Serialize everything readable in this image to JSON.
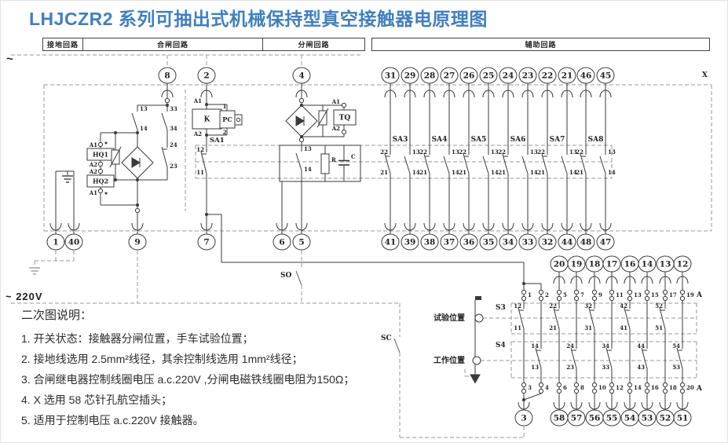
{
  "title": "LHJCZR2 系列可抽出式机械保持型真空接触器电原理图",
  "headers": [
    "接地回路",
    "合闸回路",
    "分闸回路",
    "辅助回路"
  ],
  "supply": {
    "top_tilde": "~",
    "bottom": "~ 220V",
    "x": "X",
    "a_top": "A",
    "a_bottom": "A"
  },
  "terminals": {
    "closing_top": [
      "8",
      "2",
      "4"
    ],
    "left_bottom": [
      "1",
      "40",
      "9",
      "7",
      "6",
      "5"
    ],
    "aux_top": [
      "31",
      "29",
      "28",
      "27",
      "26",
      "25",
      "24",
      "23",
      "22",
      "21",
      "46",
      "45"
    ],
    "aux_bottom": [
      "41",
      "39",
      "38",
      "37",
      "36",
      "35",
      "34",
      "33",
      "32",
      "44",
      "48",
      "47"
    ],
    "right_top": [
      "20",
      "19",
      "18",
      "17",
      "16",
      "14",
      "13",
      "12"
    ],
    "right_bottom": [
      "58",
      "57",
      "56",
      "55",
      "54",
      "53",
      "52",
      "51"
    ],
    "right_single": "3"
  },
  "components": {
    "k": "K",
    "pc": "PC",
    "tq": "TQ",
    "hq1": "HQ1",
    "hq2": "HQ2",
    "r": "R",
    "c": "C",
    "sa1": "SA1",
    "k_a1": "A1",
    "k_a2": "A2",
    "pc_1": "1",
    "pc_2": "2",
    "tq_a1": "A1",
    "tq_a2": "A2",
    "hq1_a1": "A1",
    "hq1_a2": "A2",
    "hq2_a2": "A2",
    "hq2_a1": "A1"
  },
  "contacts": {
    "closing_no": [
      "13",
      "14"
    ],
    "closing_aux1": [
      "33",
      "34"
    ],
    "closing_aux2": [
      "24",
      "23"
    ],
    "sa1": [
      "12",
      "11"
    ],
    "opening": [
      "13",
      "14"
    ],
    "sa_groups": [
      {
        "name": "SA3",
        "nc": [
          "22",
          "21"
        ],
        "no": [
          "13",
          "14"
        ]
      },
      {
        "name": "SA4",
        "nc": [
          "22",
          "21"
        ],
        "no": [
          "13",
          "14"
        ]
      },
      {
        "name": "SA5",
        "nc": [
          "22",
          "21"
        ],
        "no": [
          "13",
          "14"
        ]
      },
      {
        "name": "SA6",
        "nc": [
          "22",
          "21"
        ],
        "no": [
          "13",
          "14"
        ]
      },
      {
        "name": "SA7",
        "nc": [
          "22",
          "21"
        ],
        "no": [
          "13",
          "14"
        ]
      },
      {
        "name": "SA8",
        "nc": [
          "22",
          "21"
        ],
        "no": [
          "13",
          "14"
        ]
      }
    ]
  },
  "right_block": {
    "s3": "S3",
    "s4": "S4",
    "top_pins": [
      "1",
      "2",
      "5",
      "7",
      "9",
      "11",
      "13",
      "15",
      "17",
      "19"
    ],
    "bottom_pins": [
      "3",
      "4",
      "6",
      "8",
      "10",
      "12",
      "14",
      "16",
      "18",
      "20"
    ],
    "s3_contacts": [
      [
        "12",
        "11"
      ],
      [
        "22",
        "21"
      ],
      [
        "32",
        "31"
      ],
      [
        "42",
        "41"
      ],
      [
        "52",
        "51"
      ]
    ],
    "s4_contacts": [
      [
        "14",
        "13"
      ],
      [
        "24",
        "23"
      ],
      [
        "34",
        "33"
      ],
      [
        "44",
        "43"
      ],
      [
        "54",
        "53"
      ]
    ]
  },
  "switches": {
    "so": "SO",
    "sc": "SC"
  },
  "positions": {
    "test": "试验位置",
    "work": "工作位置"
  },
  "notes": {
    "heading": "二次图说明：",
    "items": [
      "1. 开关状态：接触器分闸位置，手车试验位置；",
      "2. 接地线选用 2.5mm²线径，其余控制线选用 1mm²线径；",
      "3. 合闸继电器控制线圈电压 a.c.220V ,分闸电磁铁线圈电阻为150Ω；",
      "4. X 选用 58 芯针孔航空插头；",
      "5. 适用于控制电压 a.c.220V 接触器。"
    ]
  },
  "colors": {
    "title": "#3f7fc1",
    "line": "#3a3a3a",
    "dashed": "#999999"
  }
}
